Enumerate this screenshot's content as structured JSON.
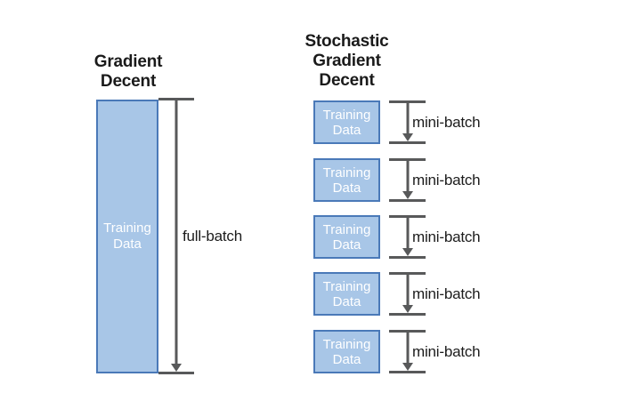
{
  "gd": {
    "title_lines": [
      "Gradient",
      "Decent"
    ],
    "box_label_lines": [
      "Training",
      "Data"
    ],
    "batch_label": "full-batch"
  },
  "sgd": {
    "title_lines": [
      "Stochastic",
      "Gradient",
      "Decent"
    ],
    "rows": [
      {
        "label_lines": [
          "Training",
          "Data"
        ],
        "batch_label": "mini-batch"
      },
      {
        "label_lines": [
          "Training",
          "Data"
        ],
        "batch_label": "mini-batch"
      },
      {
        "label_lines": [
          "Training",
          "Data"
        ],
        "batch_label": "mini-batch"
      },
      {
        "label_lines": [
          "Training",
          "Data"
        ],
        "batch_label": "mini-batch"
      },
      {
        "label_lines": [
          "Training",
          "Data"
        ],
        "batch_label": "mini-batch"
      }
    ]
  },
  "colors": {
    "box_fill": "#a8c6e7",
    "box_border": "#4a79b8",
    "arrow": "#58595a",
    "title_text": "#1a1a1a",
    "box_text": "#ffffff"
  }
}
